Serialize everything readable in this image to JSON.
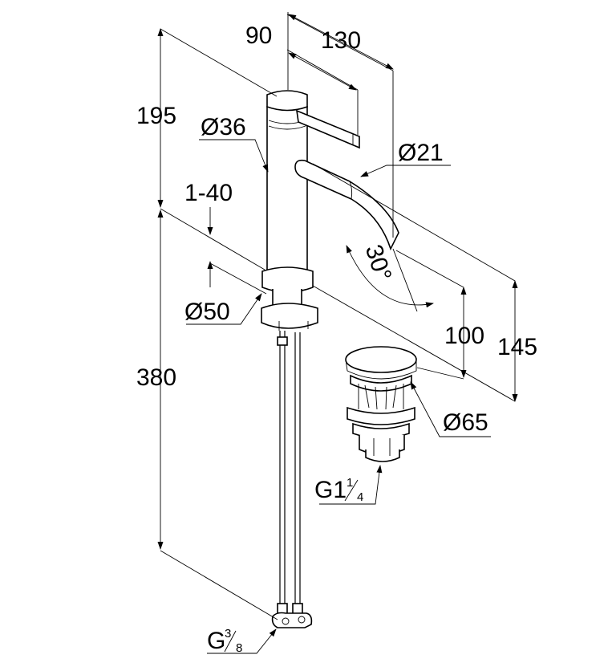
{
  "labels": {
    "dim_90": "90",
    "dim_130": "130",
    "dim_195": "195",
    "dim_36": "Ø36",
    "dim_21": "Ø21",
    "dim_1_40": "1-40",
    "dim_30": "30°",
    "dim_50": "Ø50",
    "dim_100": "100",
    "dim_145": "145",
    "dim_380": "380",
    "dim_65": "Ø65",
    "thread_waste_main": "G1",
    "thread_waste_num": "1",
    "thread_waste_den": "4",
    "thread_supply_main": "G",
    "thread_supply_num": "3",
    "thread_supply_den": "8"
  }
}
